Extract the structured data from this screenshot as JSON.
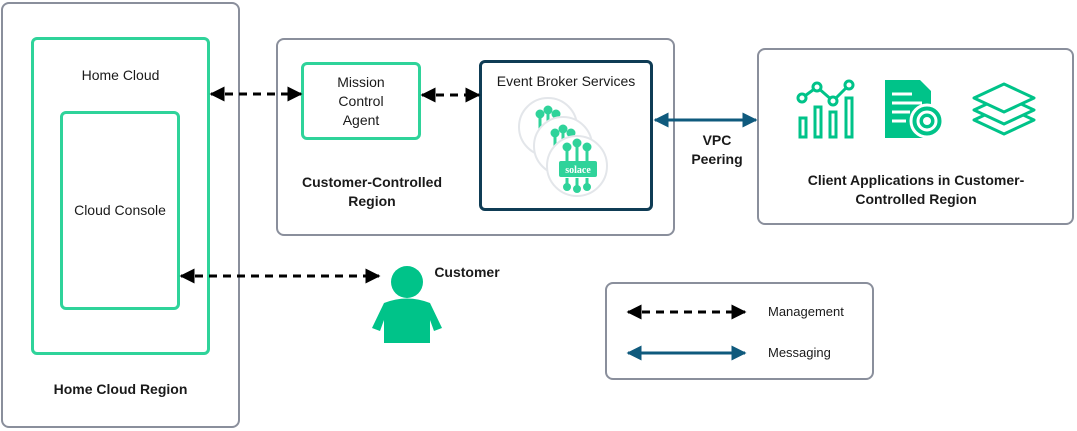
{
  "home_region": {
    "title": "Home Cloud Region",
    "home_cloud": "Home Cloud",
    "cloud_console": "Cloud Console"
  },
  "customer_region": {
    "title": "Customer-Controlled Region",
    "agent": "Mission Control Agent",
    "broker": "Event Broker Services",
    "broker_logo_text": "solace"
  },
  "vpc_label": "VPC Peering",
  "customer_label": "Customer",
  "client_apps": {
    "title": "Client Applications in Customer-Controlled Region",
    "icons": [
      "analytics-chart-icon",
      "document-gear-icon",
      "layers-icon"
    ]
  },
  "legend": {
    "management": "Management",
    "messaging": "Messaging"
  },
  "colors": {
    "green": "#00c389",
    "navy": "#0f5a7d",
    "dark_navy": "#0f3c55",
    "gray_border": "#8a8f9c"
  }
}
